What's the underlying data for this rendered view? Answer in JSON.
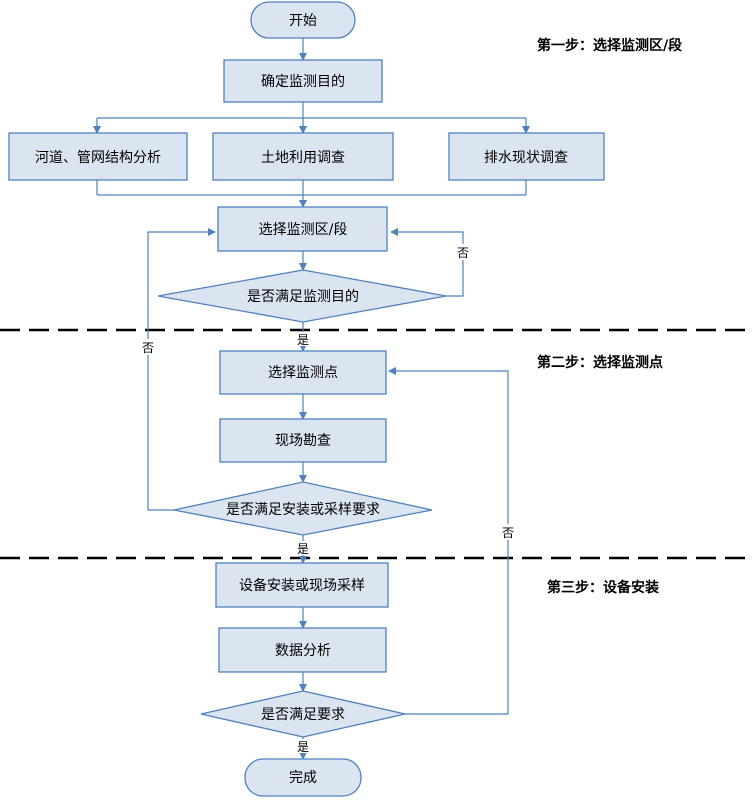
{
  "steps": {
    "step1": "第一步：选择监测区/段",
    "step2": "第二步：选择监测点",
    "step3": "第三步：设备安装"
  },
  "nodes": {
    "start": "开始",
    "purpose": "确定监测目的",
    "river": "河道、管网结构分析",
    "land": "土地利用调查",
    "drainage": "排水现状调查",
    "select_area": "选择监测区/段",
    "check_purpose": "是否满足监测目的",
    "select_point": "选择监测点",
    "survey": "现场勘查",
    "check_install": "是否满足安装或采样要求",
    "install": "设备安装或现场采样",
    "analysis": "数据分析",
    "check_req": "是否满足要求",
    "end": "完成"
  },
  "labels": {
    "yes": "是",
    "no": "否"
  },
  "colors": {
    "fill": "#dbe5f1",
    "stroke": "#4f81bd",
    "separator": "#000000"
  }
}
